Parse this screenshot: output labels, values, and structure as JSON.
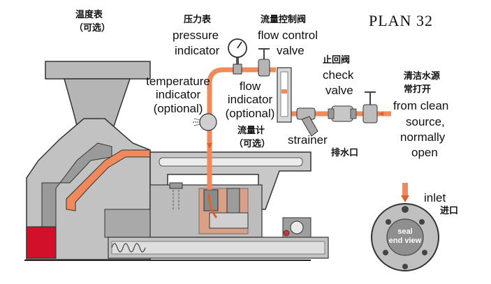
{
  "title": "PLAN 32",
  "labels": {
    "temperature_cn": "温度表",
    "temperature_opt_cn": "（可选）",
    "temperature_en_1": "temperature",
    "temperature_en_2": "indicator",
    "temperature_en_3": "(optional)",
    "pressure_cn": "压力表",
    "pressure_en_1": "pressure",
    "pressure_en_2": "indicator",
    "flow_control_cn": "流量控制阀",
    "flow_control_en_1": "flow control",
    "flow_control_en_2": "valve",
    "flow_indicator_en_1": "flow",
    "flow_indicator_en_2": "indicator",
    "flow_indicator_en_3": "(optional)",
    "flow_meter_cn": "流量计",
    "flow_meter_opt_cn": "（可选）",
    "check_cn": "止回阀",
    "check_en_1": "check",
    "check_en_2": "valve",
    "clean_cn_1": "清洁水源",
    "clean_cn_2": "常打开",
    "clean_en_1": "from clean",
    "clean_en_2": "source,",
    "clean_en_3": "normally",
    "clean_en_4": "open",
    "strainer_en": "strainer",
    "drain_cn": "排水口",
    "inlet_en": "inlet",
    "inlet_cn": "进口",
    "seal_en_1": "seal",
    "seal_en_2": "end view"
  },
  "colors": {
    "flush_line": "#f08a5d",
    "flush_dark": "#d9622f",
    "casing_gray": "#b9b9b9",
    "casing_dark": "#8c8c8c",
    "red_part": "#d3102a"
  }
}
